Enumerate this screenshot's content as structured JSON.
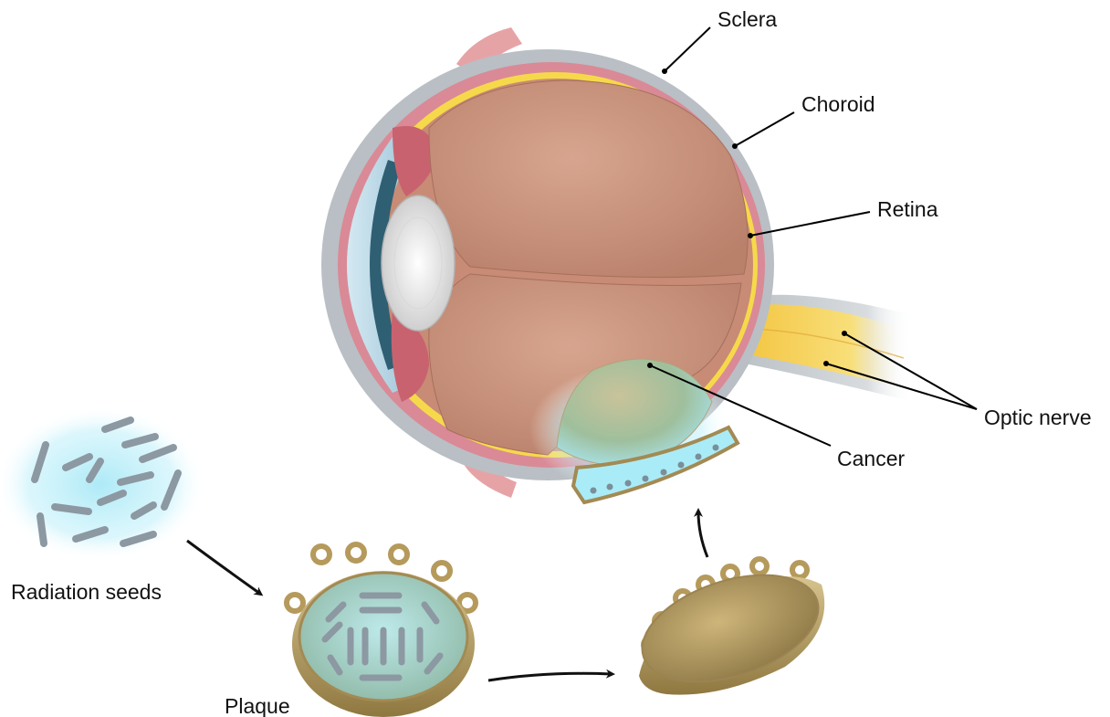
{
  "labels": {
    "sclera": "Sclera",
    "choroid": "Choroid",
    "retina": "Retina",
    "optic_nerve": "Optic nerve",
    "cancer": "Cancer",
    "radiation_seeds": "Radiation seeds",
    "plaque": "Plaque"
  },
  "colors": {
    "sclera": "#b9bfc4",
    "choroid": "#d98a96",
    "retina": "#f6d94a",
    "vitreous": "#c9927a",
    "tumor": "#9fb79a",
    "radiation_glow": "#9fe6f5",
    "seed": "#8c98a2",
    "plaque_gold": "#b59a5c",
    "leader_line": "#000000"
  }
}
